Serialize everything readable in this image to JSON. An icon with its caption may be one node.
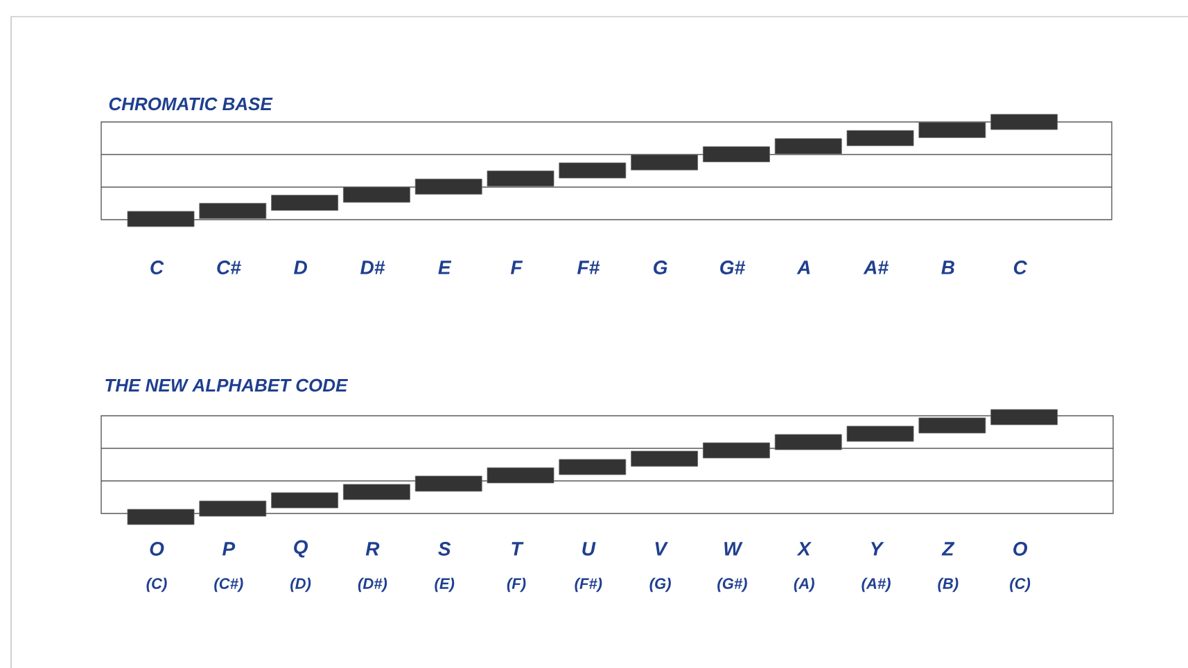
{
  "diagram": {
    "labels": [
      "CHROMATIC BASE",
      "C",
      "C#",
      "D",
      "D#",
      "E",
      "F",
      "F#",
      "G",
      "G#",
      "A",
      "A#",
      "B",
      "C",
      "THE NEW ALPHABET CODE",
      "O",
      "P",
      "Q",
      "R",
      "S",
      "T",
      "U",
      "V",
      "W",
      "X",
      "Y",
      "Z",
      "O",
      "(C)",
      "(C#)",
      "(D)",
      "(D#)",
      "(E)",
      "(F)",
      "(F#)",
      "(G)",
      "(G#)",
      "(A)",
      "(A#)",
      "(B)",
      "(C)"
    ]
  }
}
